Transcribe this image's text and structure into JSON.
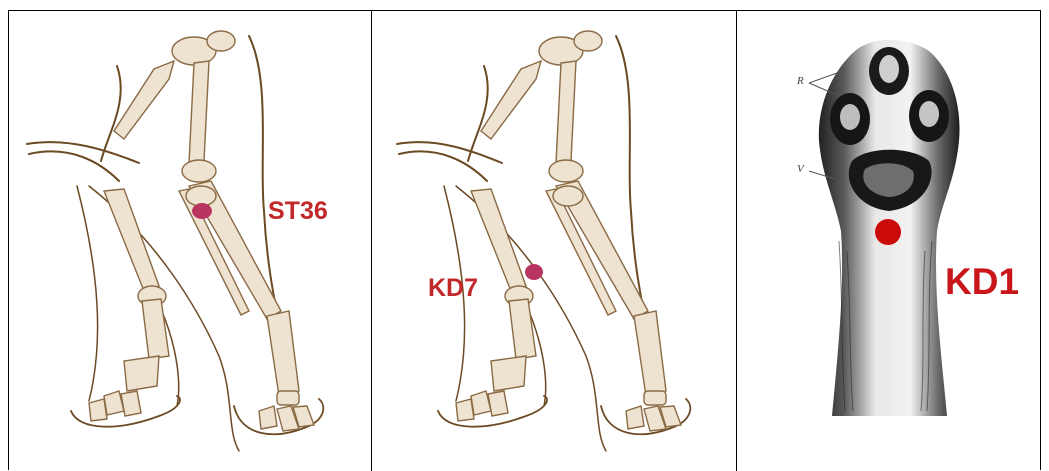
{
  "panels": [
    {
      "label": "ST36",
      "label_color": "#c0282a",
      "point_color": "#b83560"
    },
    {
      "label": "KD7",
      "label_color": "#c0282a",
      "point_color": "#b83560"
    },
    {
      "label": "KD1",
      "label_color": "#c8161a",
      "point_color": "#cc0a0a",
      "annotations": [
        "R",
        "V"
      ]
    }
  ]
}
